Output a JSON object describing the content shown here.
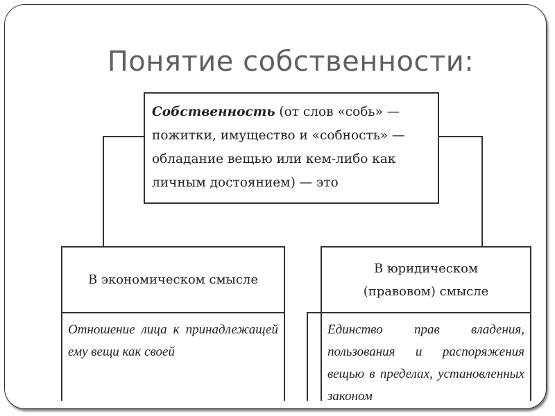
{
  "slide": {
    "title": "Понятие собственности:",
    "definition": {
      "term": "Собственность",
      "text": " (от слов «собь» — пожитки, имущество и «собность» — обладание вещью или кем-либо как личным достоянием) — это"
    },
    "economic": {
      "header": "В экономическом смысле",
      "body": "Отношение лица к принадлежащей ему вещи как своей"
    },
    "legal": {
      "header_line1": "В юридическом",
      "header_line2": "(правовом) смысле",
      "body": "Единство прав владения, пользования и распоряжения вещью в пределах, установленных законом"
    }
  }
}
